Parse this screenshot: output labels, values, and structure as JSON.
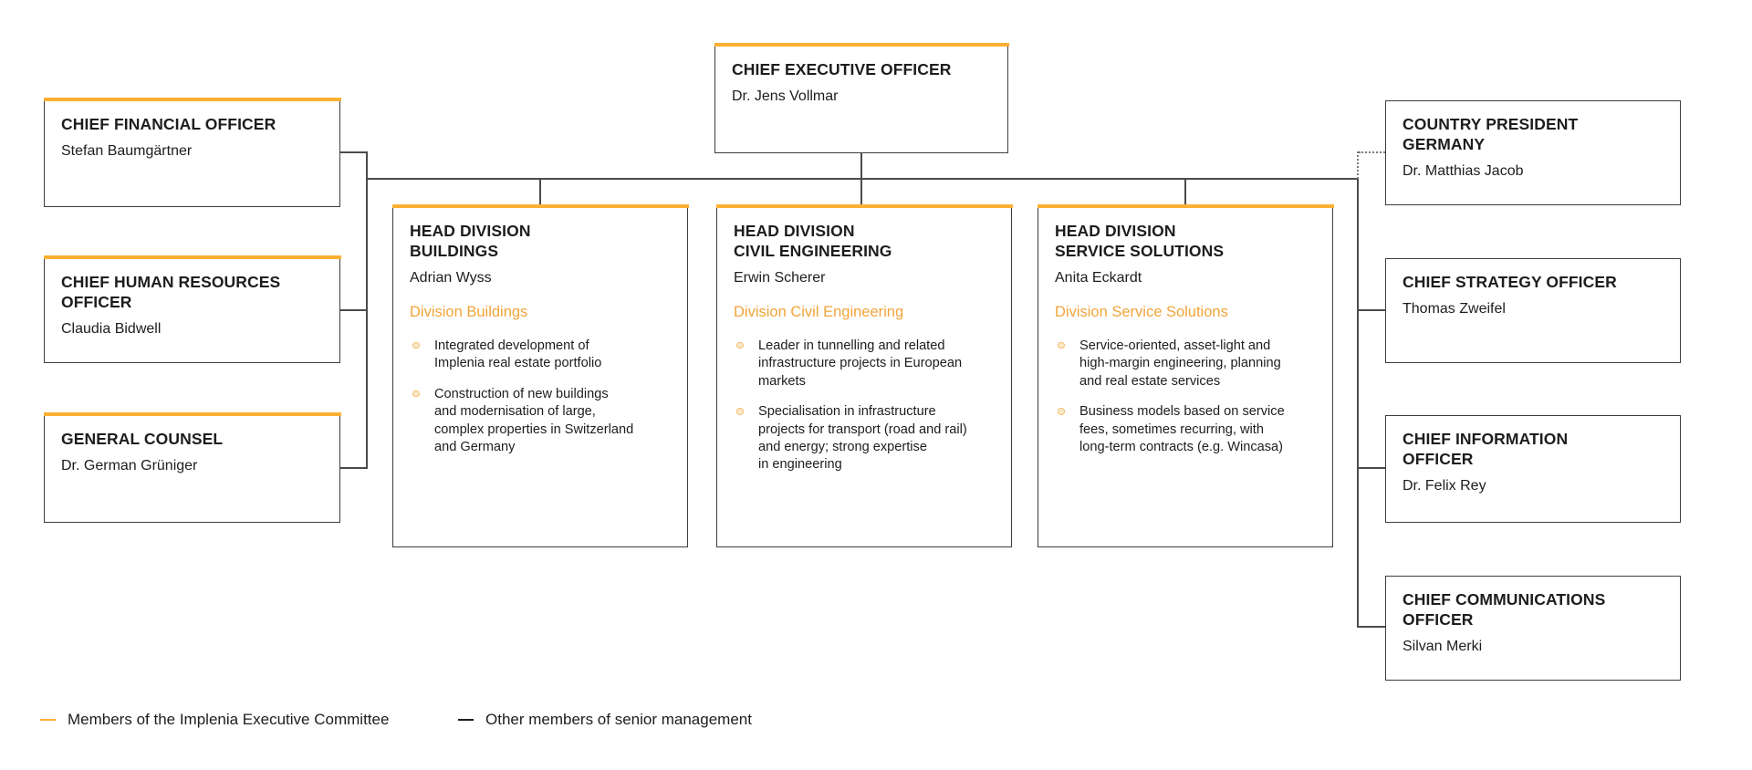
{
  "colors": {
    "accent": "#FBB032",
    "division_label_text": "#F2A43A",
    "connector_line": "#4B4B4A",
    "text": "#1D1D1B"
  },
  "ceo": {
    "title": "CHIEF EXECUTIVE OFFICER",
    "name": "Dr. Jens Vollmar"
  },
  "left_column": [
    {
      "title": "CHIEF FINANCIAL OFFICER",
      "name": "Stefan Baumgärtner"
    },
    {
      "title": "CHIEF HUMAN RESOURCES\nOFFICER",
      "name": "Claudia Bidwell"
    },
    {
      "title": "GENERAL COUNSEL",
      "name": "Dr. German Grüniger"
    }
  ],
  "divisions": [
    {
      "title": "HEAD DIVISION\nBUILDINGS",
      "name": "Adrian Wyss",
      "division_label": "Division Buildings",
      "bullets": [
        "Integrated development of\nImplenia real estate portfolio",
        "Construction of new buildings\nand modernisation of large,\ncomplex properties in Switzerland\nand Germany"
      ]
    },
    {
      "title": "HEAD DIVISION\nCIVIL ENGINEERING",
      "name": "Erwin Scherer",
      "division_label": "Division Civil Engineering",
      "bullets": [
        "Leader in tunnelling and related\ninfrastructure projects in European\nmarkets",
        "Specialisation in infrastructure\nprojects for transport (road and rail)\nand energy; strong expertise\nin engineering"
      ]
    },
    {
      "title": "HEAD DIVISION\nSERVICE SOLUTIONS",
      "name": "Anita Eckardt",
      "division_label": "Division Service Solutions",
      "bullets": [
        "Service-oriented, asset-light and\nhigh-margin engineering, planning\nand real estate services",
        "Business models based on service\nfees, sometimes recurring, with\nlong-term contracts (e.g. Wincasa)"
      ]
    }
  ],
  "right_column": [
    {
      "title": "COUNTRY PRESIDENT\nGERMANY",
      "name": "Dr. Matthias Jacob"
    },
    {
      "title": "CHIEF STRATEGY OFFICER",
      "name": "Thomas Zweifel"
    },
    {
      "title": "CHIEF INFORMATION\nOFFICER",
      "name": "Dr. Felix Rey"
    },
    {
      "title": "CHIEF COMMUNICATIONS\nOFFICER",
      "name": "Silvan Merki"
    }
  ],
  "legend": [
    {
      "label": "Members of the Implenia Executive Committee",
      "color": "#FBB032"
    },
    {
      "label": "Other members of senior management",
      "color": "#1D1D1B"
    }
  ]
}
